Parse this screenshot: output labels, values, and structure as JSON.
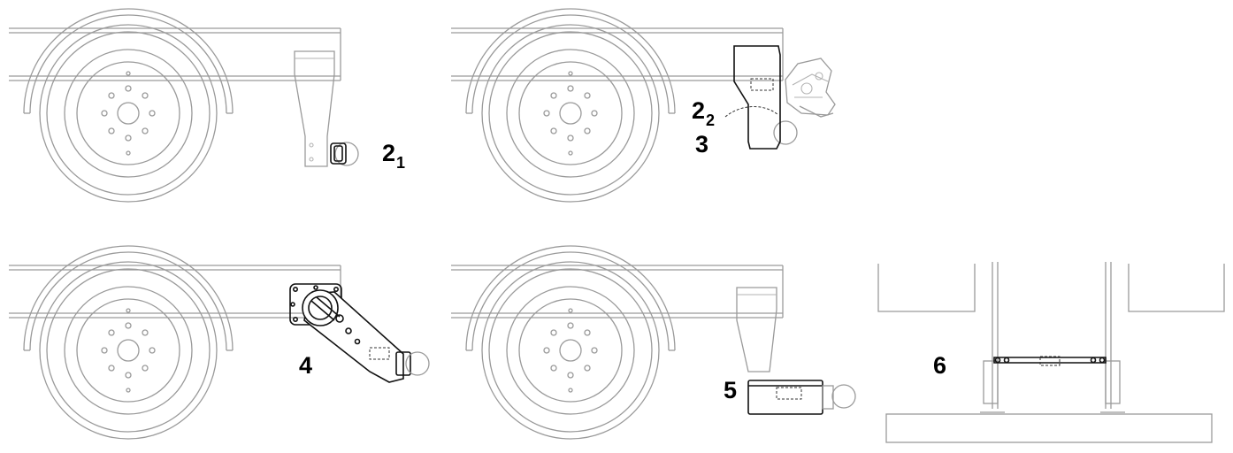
{
  "labels": {
    "p1_main": "2",
    "p1_sub": "1",
    "p2_main": "2",
    "p2_sub": "2",
    "p2_second": "3",
    "p3": "4",
    "p4": "5",
    "p5": "6"
  },
  "colors": {
    "line_light": "#9a9a9a",
    "line_dark": "#111111",
    "background": "#ffffff"
  }
}
